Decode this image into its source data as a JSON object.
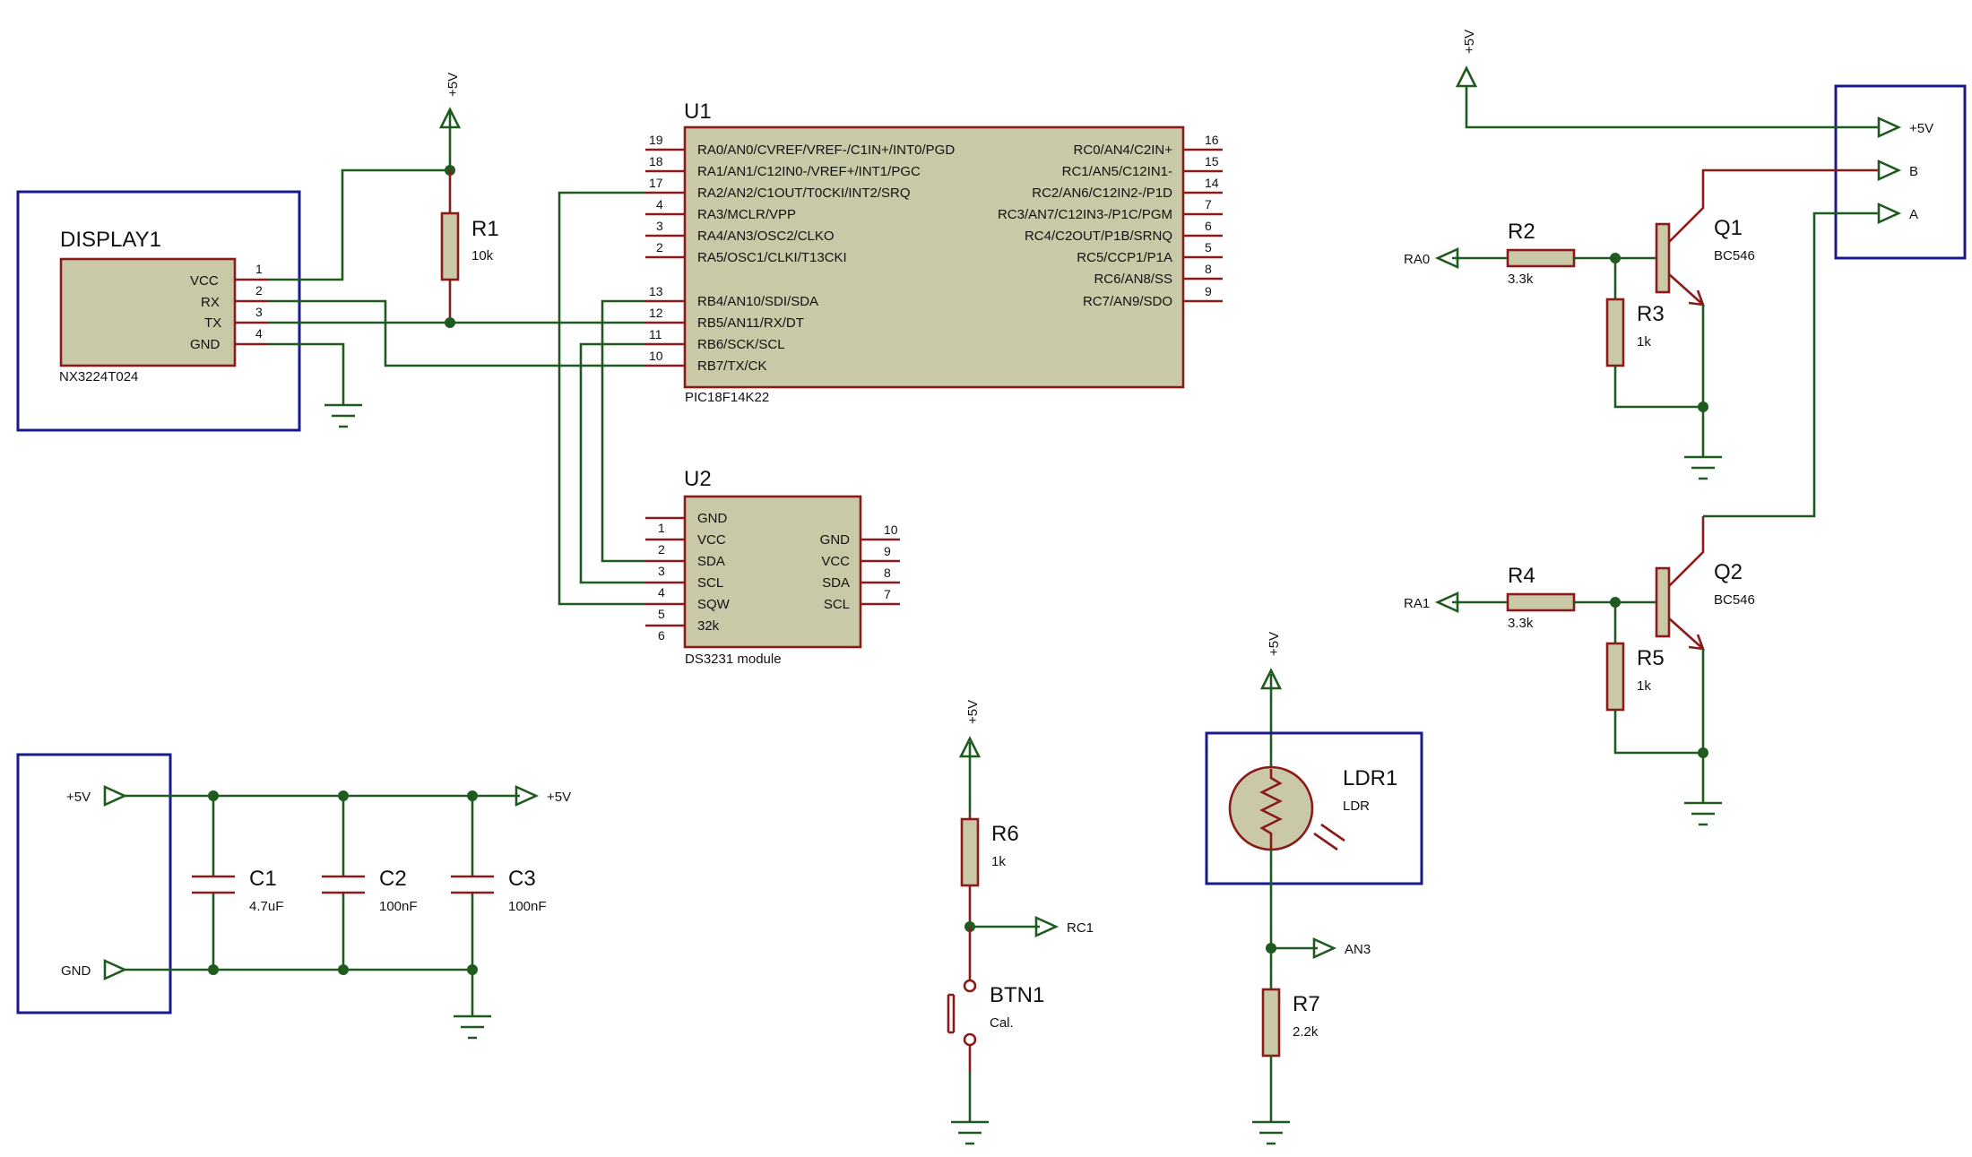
{
  "display": {
    "ref": "DISPLAY1",
    "part": "NX3224T024",
    "pins": [
      "VCC",
      "RX",
      "TX",
      "GND"
    ],
    "pin_numbers": [
      "1",
      "2",
      "3",
      "4"
    ]
  },
  "u1": {
    "ref": "U1",
    "part": "PIC18F14K22",
    "left_pins": [
      {
        "num": "19",
        "name": "RA0/AN0/CVREF/VREF-/C1IN+/INT0/PGD"
      },
      {
        "num": "18",
        "name": "RA1/AN1/C12IN0-/VREF+/INT1/PGC"
      },
      {
        "num": "17",
        "name": "RA2/AN2/C1OUT/T0CKI/INT2/SRQ"
      },
      {
        "num": "4",
        "name": "RA3/MCLR/VPP"
      },
      {
        "num": "3",
        "name": "RA4/AN3/OSC2/CLKO"
      },
      {
        "num": "2",
        "name": "RA5/OSC1/CLKI/T13CKI"
      },
      {
        "num": "13",
        "name": "RB4/AN10/SDI/SDA"
      },
      {
        "num": "12",
        "name": "RB5/AN11/RX/DT"
      },
      {
        "num": "11",
        "name": "RB6/SCK/SCL"
      },
      {
        "num": "10",
        "name": "RB7/TX/CK"
      }
    ],
    "right_pins": [
      {
        "num": "16",
        "name": "RC0/AN4/C2IN+"
      },
      {
        "num": "15",
        "name": "RC1/AN5/C12IN1-"
      },
      {
        "num": "14",
        "name": "RC2/AN6/C12IN2-/P1D"
      },
      {
        "num": "7",
        "name": "RC3/AN7/C12IN3-/P1C/PGM"
      },
      {
        "num": "6",
        "name": "RC4/C2OUT/P1B/SRNQ"
      },
      {
        "num": "5",
        "name": "RC5/CCP1/P1A"
      },
      {
        "num": "8",
        "name": "RC6/AN8/SS"
      },
      {
        "num": "9",
        "name": "RC7/AN9/SDO"
      }
    ]
  },
  "u2": {
    "ref": "U2",
    "part": "DS3231 module",
    "left_pins": [
      {
        "num": "1",
        "name": "GND"
      },
      {
        "num": "2",
        "name": "VCC"
      },
      {
        "num": "3",
        "name": "SDA"
      },
      {
        "num": "4",
        "name": "SCL"
      },
      {
        "num": "5",
        "name": "SQW"
      },
      {
        "num": "6",
        "name": "32k"
      }
    ],
    "right_pins": [
      {
        "num": "10",
        "name": "GND"
      },
      {
        "num": "9",
        "name": "VCC"
      },
      {
        "num": "8",
        "name": "SDA"
      },
      {
        "num": "7",
        "name": "SCL"
      }
    ]
  },
  "r1": {
    "ref": "R1",
    "value": "10k"
  },
  "r2": {
    "ref": "R2",
    "value": "3.3k"
  },
  "r3": {
    "ref": "R3",
    "value": "1k"
  },
  "r4": {
    "ref": "R4",
    "value": "3.3k"
  },
  "r5": {
    "ref": "R5",
    "value": "1k"
  },
  "r6": {
    "ref": "R6",
    "value": "1k"
  },
  "r7": {
    "ref": "R7",
    "value": "2.2k"
  },
  "q1": {
    "ref": "Q1",
    "value": "BC546"
  },
  "q2": {
    "ref": "Q2",
    "value": "BC546"
  },
  "c1": {
    "ref": "C1",
    "value": "4.7uF"
  },
  "c2": {
    "ref": "C2",
    "value": "100nF"
  },
  "c3": {
    "ref": "C3",
    "value": "100nF"
  },
  "btn1": {
    "ref": "BTN1",
    "value": "Cal."
  },
  "ldr1": {
    "ref": "LDR1",
    "value": "LDR"
  },
  "labels": {
    "plus5v": "+5V",
    "gnd": "GND",
    "b": "B",
    "a": "A",
    "ra0": "RA0",
    "ra1": "RA1",
    "rc1": "RC1",
    "an3": "AN3"
  }
}
